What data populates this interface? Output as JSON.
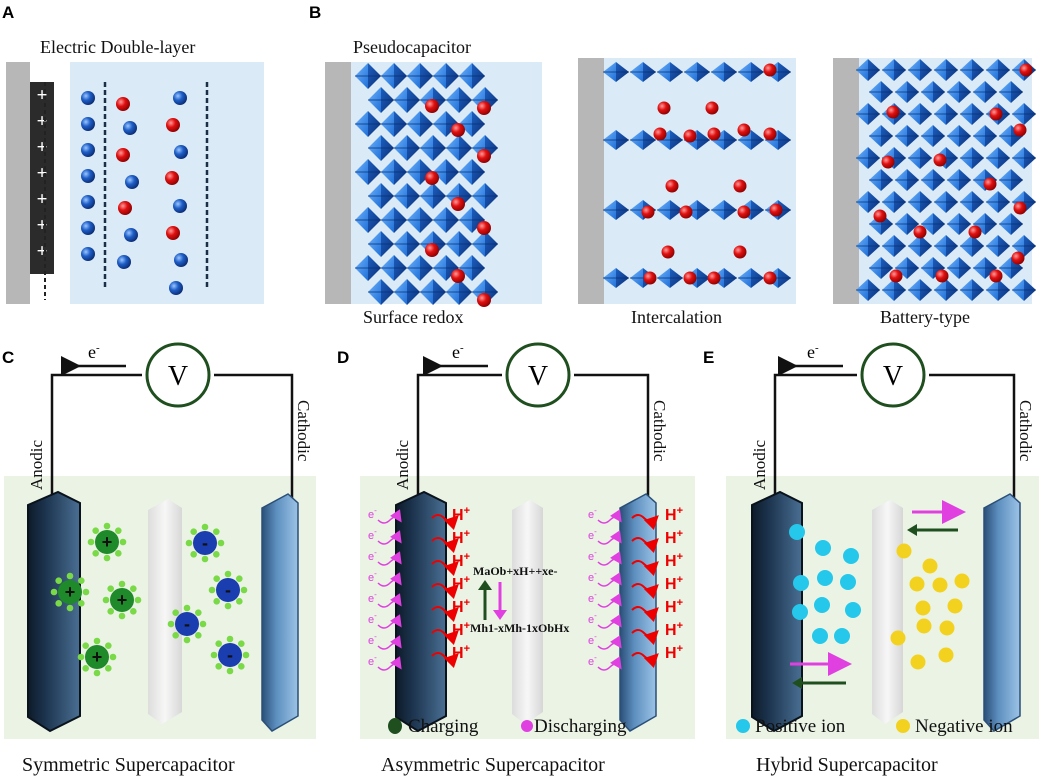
{
  "panels": {
    "a": {
      "letter": "A",
      "title": "Electric Double-layer"
    },
    "b": {
      "letter": "B",
      "title": "Pseudocapacitor",
      "captions": [
        "Surface redox",
        "Intercalation",
        "Battery-type"
      ]
    },
    "c": {
      "letter": "C",
      "electron": "e",
      "voltmeter": "V",
      "anode": "Anodic",
      "cathode": "Cathodic",
      "cation_sign": "+",
      "anion_sign": "-",
      "caption": "Symmetric Supercapacitor"
    },
    "d": {
      "letter": "D",
      "electron": "e",
      "voltmeter": "V",
      "anode": "Anodic",
      "cathode": "Cathodic",
      "proton": "H",
      "surface_electron": "e",
      "reaction_top": "MaOb+xH++xe-",
      "reaction_bottom": "Mh1-xMh-1xObHx",
      "legend_charging": "Charging",
      "legend_discharging": "Discharging",
      "caption": "Asymmetric Supercapacitor"
    },
    "e": {
      "letter": "E",
      "electron": "e",
      "voltmeter": "V",
      "anode": "Anodic",
      "cathode": "Cathodic",
      "legend_positive": "Positive ion",
      "legend_negative": "Negative ion",
      "caption": "Hybrid Supercapacitor"
    }
  },
  "colors": {
    "electrolyte_blue": "#daeaf6",
    "electrolyte_green": "#eaf3e4",
    "collector_gray": "#b7b7b7",
    "octahedron_blue": "#1f6fd6",
    "ion_red": "#e01010",
    "ion_blue": "#1e5fc8",
    "circuit_green": "#1f4f1f",
    "anion_blue": "#1a3db0",
    "cation_green": "#1f8a2a",
    "proton_red": "#ee0000",
    "electron_magenta": "#e040e0",
    "positive_ion_cyan": "#25c8ea",
    "negative_ion_yellow": "#f3d21f"
  }
}
